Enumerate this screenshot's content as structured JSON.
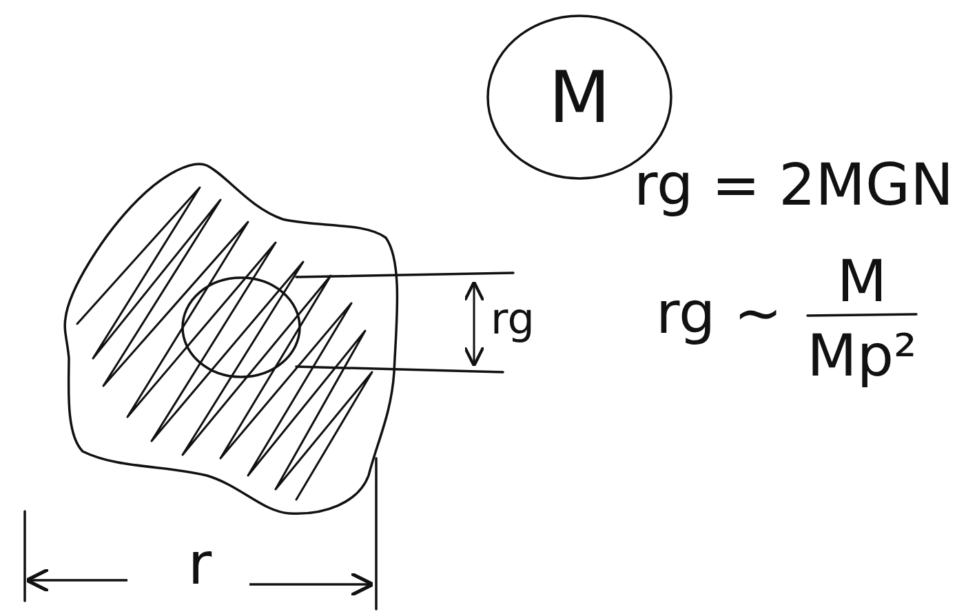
{
  "diagram": {
    "nodes": [
      {
        "text": [
          "M"
        ]
      }
    ],
    "labels": [
      "rg",
      "r",
      "rg = 2MGN",
      "rg ∼",
      "M",
      "Mp²"
    ]
  }
}
